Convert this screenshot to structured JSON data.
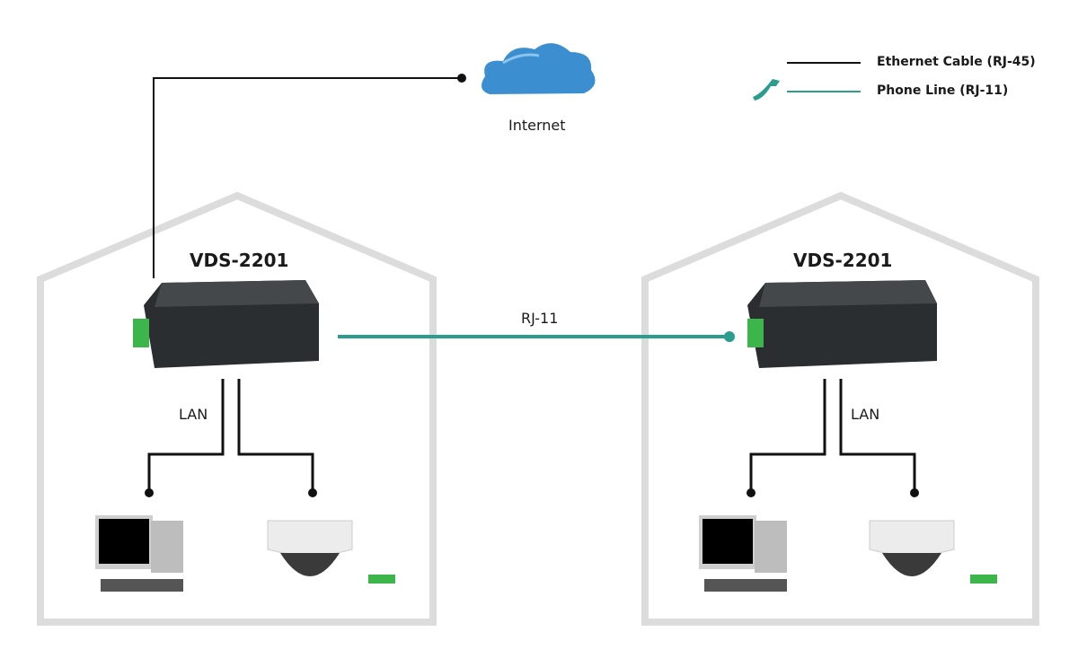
{
  "diagram": {
    "internet_label": "Internet",
    "link_label": "RJ-11",
    "colors": {
      "ethernet": "#111111",
      "phone": "#2a9d8f",
      "house": "#d9d9d9",
      "cloud": "#3b8fd0"
    },
    "legend": [
      {
        "icon": "ethernet-line",
        "label": "Ethernet Cable (RJ-45)"
      },
      {
        "icon": "phone-icon",
        "label": "Phone Line (RJ-11)"
      }
    ],
    "sites": [
      {
        "device": "VDS-2201",
        "lan_label": "LAN",
        "endpoints": [
          "desktop-computer",
          "dome-camera"
        ]
      },
      {
        "device": "VDS-2201",
        "lan_label": "LAN",
        "endpoints": [
          "desktop-computer",
          "dome-camera"
        ]
      }
    ]
  }
}
